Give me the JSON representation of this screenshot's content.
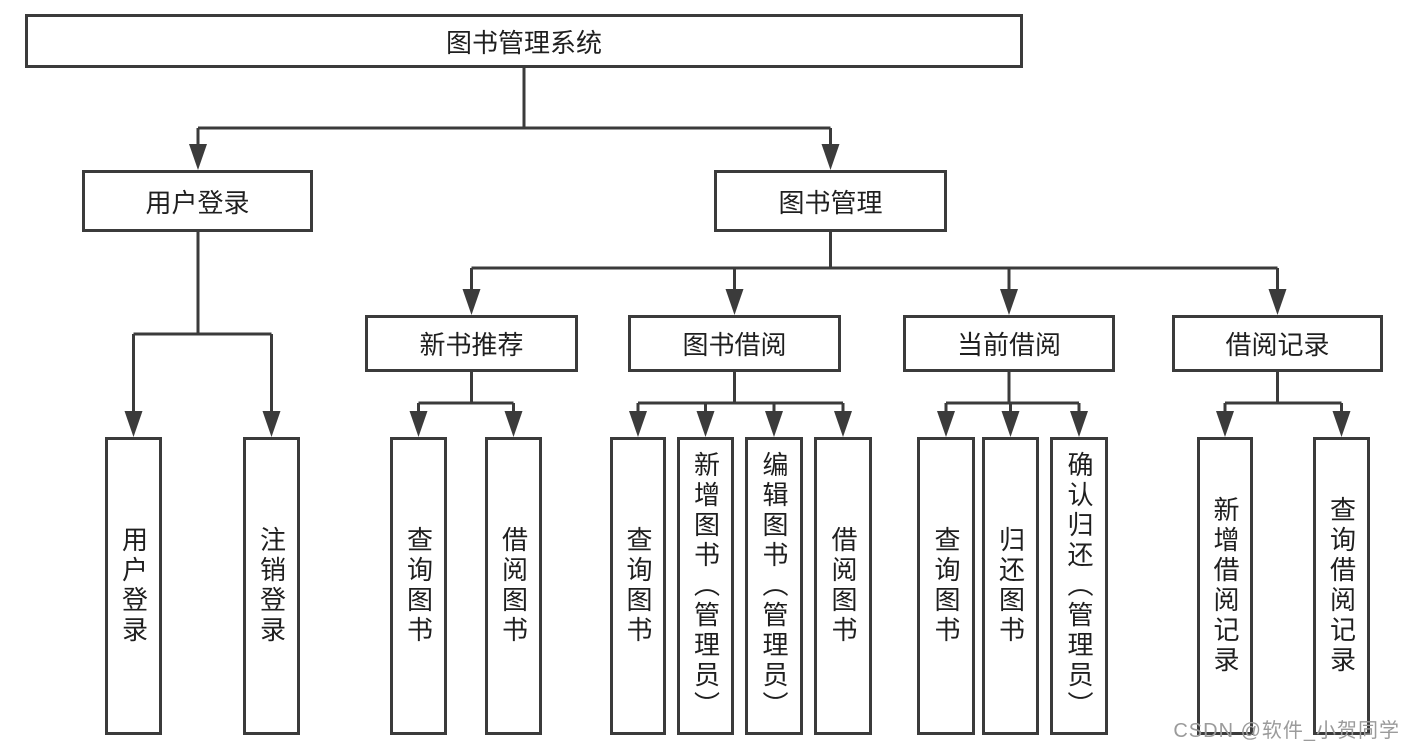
{
  "nodes": {
    "root": {
      "label": "图书管理系统"
    },
    "userLogin": {
      "label": "用户登录"
    },
    "bookMgmt": {
      "label": "图书管理"
    },
    "newBookRec": {
      "label": "新书推荐"
    },
    "bookBorrow": {
      "label": "图书借阅"
    },
    "currentBorrow": {
      "label": "当前借阅"
    },
    "borrowRecords": {
      "label": "借阅记录"
    },
    "leaves": {
      "userLogin": [
        "用户登录",
        "注销登录"
      ],
      "newBookRec": [
        "查询图书",
        "借阅图书"
      ],
      "bookBorrow": [
        "查询图书",
        "新增图书（管理员）",
        "编辑图书（管理员）",
        "借阅图书"
      ],
      "currentBorrow": [
        "查询图书",
        "归还图书",
        "确认归还（管理员）"
      ],
      "borrowRecords": [
        "新增借阅记录",
        "查询借阅记录"
      ]
    }
  },
  "watermark": "CSDN @软件_小贺同学",
  "colors": {
    "line": "#3b3b3b",
    "text": "#1f1f1f",
    "watermark": "#9b9b9b",
    "background": "#ffffff"
  }
}
